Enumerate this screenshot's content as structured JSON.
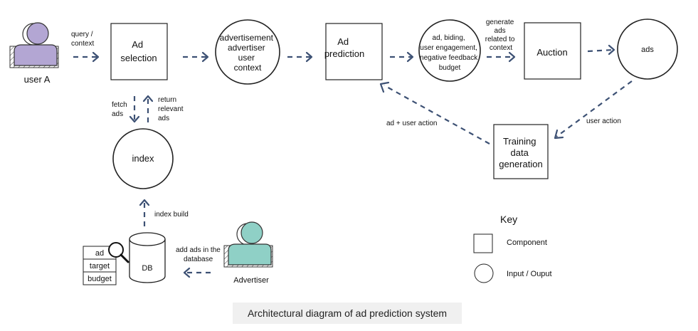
{
  "nodes": {
    "user_a": {
      "label": "user A"
    },
    "ad_selection": {
      "lines": [
        "Ad",
        "selection"
      ]
    },
    "ad_features": {
      "lines": [
        "advertisement",
        "advertiser",
        "user",
        "context"
      ]
    },
    "ad_prediction": {
      "lines": [
        "Ad",
        "prediction"
      ]
    },
    "prediction_inputs": {
      "lines": [
        "ad, biding,",
        "user engagement,",
        "negative feedback",
        "budget"
      ]
    },
    "auction": {
      "label": "Auction"
    },
    "ads": {
      "label": "ads"
    },
    "training": {
      "lines": [
        "Training",
        "data",
        "generation"
      ]
    },
    "index": {
      "label": "index"
    },
    "db": {
      "label": "DB"
    },
    "db_table": {
      "rows": [
        "ad",
        "target",
        "budget"
      ]
    },
    "advertiser": {
      "label": "Advertiser"
    }
  },
  "edges": {
    "query_context": {
      "lines": [
        "query /",
        "context"
      ]
    },
    "fetch_ads": {
      "lines": [
        "fetch",
        "ads"
      ]
    },
    "return_ads": {
      "lines": [
        "return",
        "relevant",
        "ads"
      ]
    },
    "generate_ads": {
      "lines": [
        "generate",
        "ads",
        "related to",
        "context"
      ]
    },
    "ad_user_action": {
      "label": "ad + user action"
    },
    "user_action": {
      "label": "user action"
    },
    "index_build": {
      "label": "index build"
    },
    "add_ads": {
      "lines": [
        "add ads in the",
        "database"
      ]
    }
  },
  "key": {
    "title": "Key",
    "component": "Component",
    "io": "Input / Ouput"
  },
  "caption": "Architectural diagram of ad prediction system",
  "colors": {
    "user_a_fill": "#b3a6d3",
    "advertiser_fill": "#8fd0c6",
    "arrow": "#3d5174",
    "outline": "#222222"
  }
}
